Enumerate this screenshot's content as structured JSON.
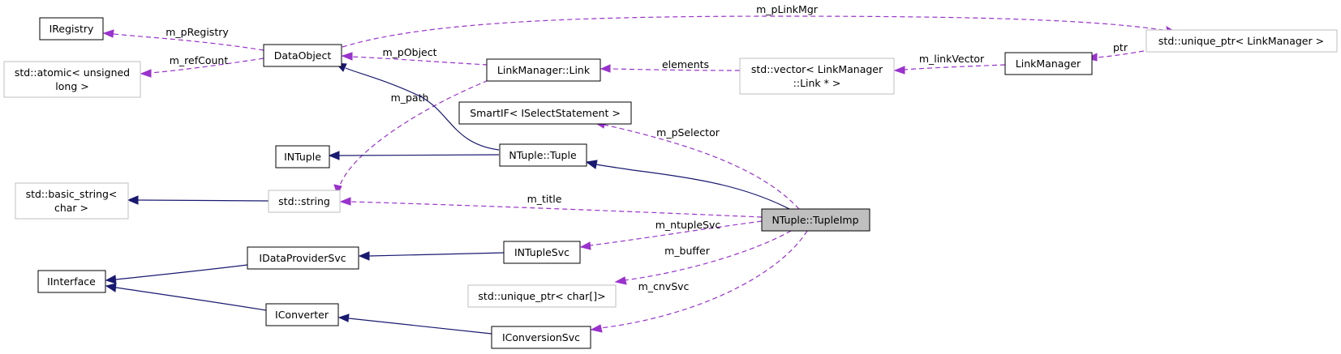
{
  "nodes": {
    "iregistry": {
      "lines": [
        "IRegistry"
      ]
    },
    "dataobject": {
      "lines": [
        "DataObject"
      ]
    },
    "atomic": {
      "lines": [
        "std::atomic< unsigned",
        "long >"
      ]
    },
    "link": {
      "lines": [
        "LinkManager::Link"
      ]
    },
    "vector": {
      "lines": [
        "std::vector< LinkManager",
        "::Link * >"
      ]
    },
    "linkmanager": {
      "lines": [
        "LinkManager"
      ]
    },
    "uniqueptr_lm": {
      "lines": [
        "std::unique_ptr< LinkManager >"
      ]
    },
    "smartif": {
      "lines": [
        "SmartIF< ISelectStatement >"
      ]
    },
    "intuple": {
      "lines": [
        "INTuple"
      ]
    },
    "tuple": {
      "lines": [
        "NTuple::Tuple"
      ]
    },
    "basicstring": {
      "lines": [
        "std::basic_string<",
        "char >"
      ]
    },
    "string": {
      "lines": [
        "std::string"
      ]
    },
    "tupleimp": {
      "lines": [
        "NTuple::TupleImp"
      ]
    },
    "idataprovider": {
      "lines": [
        "IDataProviderSvc"
      ]
    },
    "intuplesvc": {
      "lines": [
        "INTupleSvc"
      ]
    },
    "iinterface": {
      "lines": [
        "IInterface"
      ]
    },
    "uniqueptr_char": {
      "lines": [
        "std::unique_ptr< char[]>"
      ]
    },
    "iconverter": {
      "lines": [
        "IConverter"
      ]
    },
    "iconversion": {
      "lines": [
        "IConversionSvc"
      ]
    }
  },
  "edge_labels": {
    "m_pLinkMgr": "m_pLinkMgr",
    "m_pRegistry": "m_pRegistry",
    "m_refCount": "m_refCount",
    "m_pObject": "m_pObject",
    "elements": "elements",
    "m_linkVector": "m_linkVector",
    "ptr": "ptr",
    "m_path": "m_path",
    "m_pSelector": "m_pSelector",
    "m_title": "m_title",
    "m_ntupleSvc": "m_ntupleSvc",
    "m_buffer": "m_buffer",
    "m_cnvSvc": "m_cnvSvc"
  },
  "colors": {
    "inheritance_edge": "#191970",
    "usage_edge": "#9a32cd",
    "external_node_border": "#bfbfbf",
    "focus_node_fill": "#bfbfbf"
  }
}
